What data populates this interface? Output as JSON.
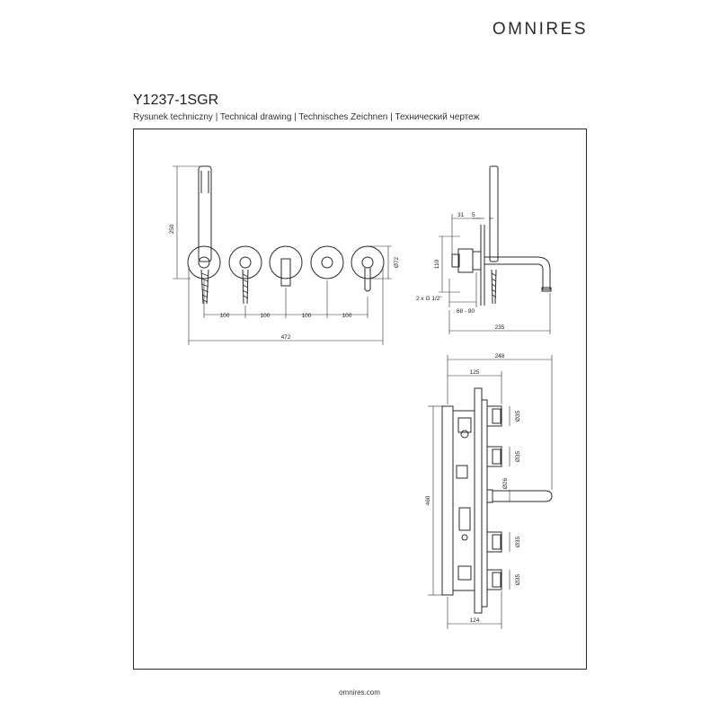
{
  "brand": "OMNIRES",
  "product_code": "Y1237-1SGR",
  "subtitle": "Rysunek techniczny | Technical drawing | Technisches Zeichnen | Технический чертеж",
  "footer": "omnires.com",
  "front_view": {
    "height_250": "250",
    "spacing": [
      "100",
      "100",
      "100",
      "100"
    ],
    "total_width": "472",
    "diameter_72": "Ø72"
  },
  "side_view": {
    "dim_31": "31",
    "dim_5": "5",
    "dim_110": "110",
    "connection": "2 x G 1/2\"",
    "dim_68_80": "68 - 80",
    "dim_235": "235"
  },
  "body_view": {
    "dim_248": "248",
    "dim_125": "125",
    "dim_460": "460",
    "dim_124": "124",
    "diameters": [
      "Ø35",
      "Ø35",
      "Ø26",
      "Ø35",
      "Ø35"
    ]
  },
  "colors": {
    "line": "#2a2a2a",
    "text": "#222222"
  }
}
